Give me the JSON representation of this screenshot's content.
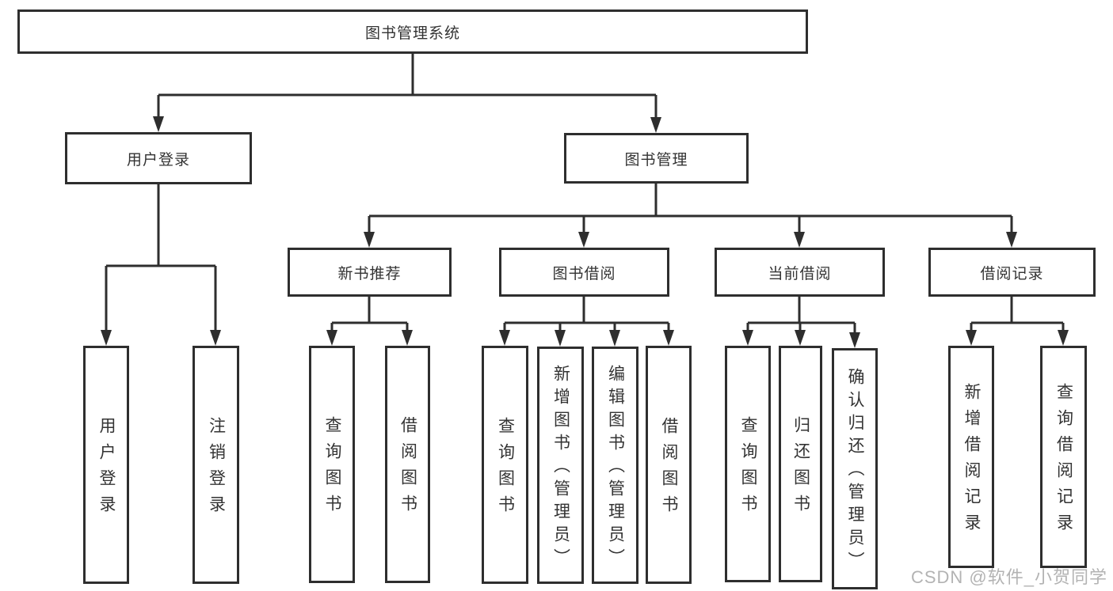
{
  "colors": {
    "line": "#2e2e2e",
    "text": "#333333",
    "watermark": "#b3b3b3",
    "background": "#ffffff"
  },
  "watermark": {
    "text": "CSDN @软件_小贺同学"
  },
  "tree": {
    "label": "图书管理系统",
    "children": [
      {
        "label": "用户登录",
        "children": [
          {
            "label": "用户登录"
          },
          {
            "label": "注销登录"
          }
        ]
      },
      {
        "label": "图书管理",
        "children": [
          {
            "label": "新书推荐",
            "children": [
              {
                "label": "查询图书"
              },
              {
                "label": "借阅图书"
              }
            ]
          },
          {
            "label": "图书借阅",
            "children": [
              {
                "label": "查询图书"
              },
              {
                "label": "新增图书（管理员）"
              },
              {
                "label": "编辑图书（管理员）"
              },
              {
                "label": "借阅图书"
              }
            ]
          },
          {
            "label": "当前借阅",
            "children": [
              {
                "label": "查询图书"
              },
              {
                "label": "归还图书"
              },
              {
                "label": "确认归还（管理员）"
              }
            ]
          },
          {
            "label": "借阅记录",
            "children": [
              {
                "label": "新增借阅记录"
              },
              {
                "label": "查询借阅记录"
              }
            ]
          }
        ]
      }
    ]
  }
}
